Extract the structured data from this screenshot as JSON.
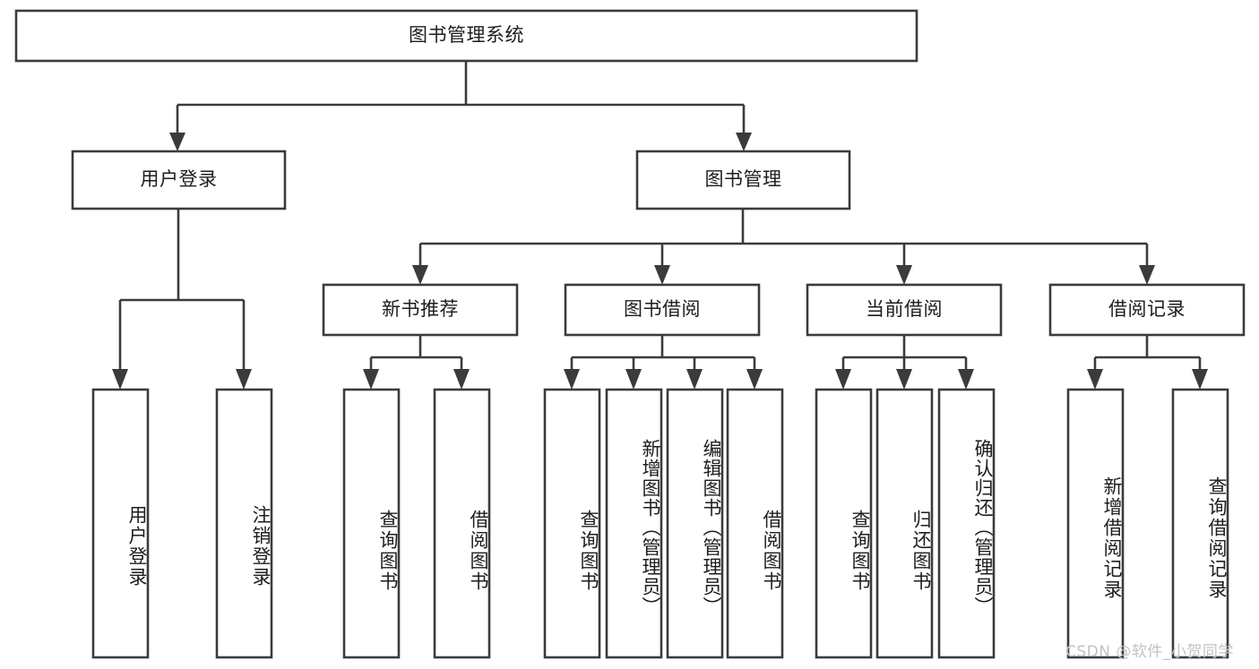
{
  "diagram": {
    "title": "图书管理系统",
    "type": "hierarchy-tree",
    "root": {
      "label": "图书管理系统"
    },
    "level2": [
      {
        "label": "用户登录"
      },
      {
        "label": "图书管理"
      }
    ],
    "level3": [
      {
        "label": "新书推荐"
      },
      {
        "label": "图书借阅"
      },
      {
        "label": "当前借阅"
      },
      {
        "label": "借阅记录"
      }
    ],
    "leaves": {
      "user_login": [
        {
          "label": "用户登录"
        },
        {
          "label": "注销登录"
        }
      ],
      "new_book_recommend": [
        {
          "label": "查询图书"
        },
        {
          "label": "借阅图书"
        }
      ],
      "book_borrow": [
        {
          "label": "查询图书"
        },
        {
          "label": "新增图书（管理员）"
        },
        {
          "label": "编辑图书（管理员）"
        },
        {
          "label": "借阅图书"
        }
      ],
      "current_borrow": [
        {
          "label": "查询图书"
        },
        {
          "label": "归还图书"
        },
        {
          "label": "确认归还（管理员）"
        }
      ],
      "borrow_record": [
        {
          "label": "新增借阅记录"
        },
        {
          "label": "查询借阅记录"
        }
      ]
    }
  },
  "watermark": {
    "text": "CSDN @软件_小贺同学"
  },
  "colors": {
    "stroke": "#3b3b3b",
    "box_fill": "#ffffff",
    "text": "#1d1d1d",
    "watermark": "#c2c2c2",
    "background": "#ffffff"
  }
}
